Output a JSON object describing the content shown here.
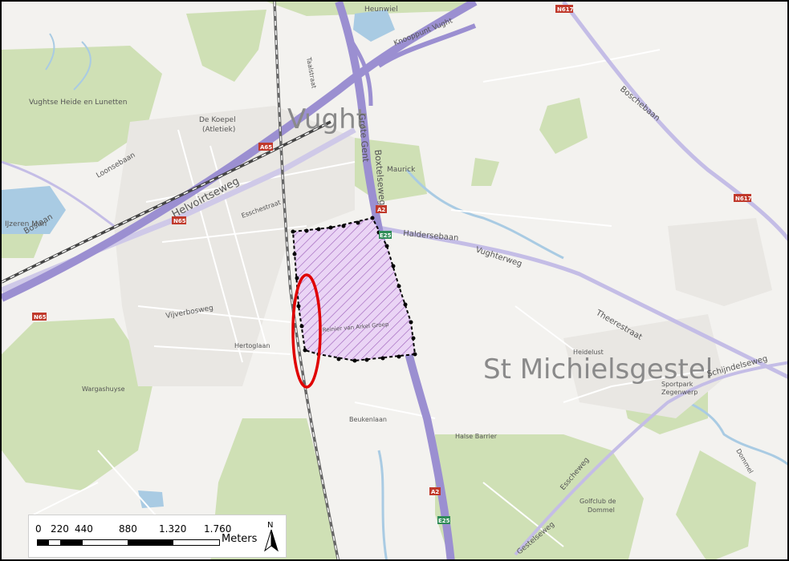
{
  "map": {
    "places": {
      "vught": "Vught",
      "st_michielsgestel": "St Michielsgestel"
    },
    "labels": [
      {
        "id": "heunwiel",
        "text": "Heunwiel"
      },
      {
        "id": "knooppunt-vught",
        "text": "Knooppunt Vught"
      },
      {
        "id": "taalstraat",
        "text": "Taalstraat"
      },
      {
        "id": "vughtse-heide",
        "text": "Vughtse Heide en Lunetten"
      },
      {
        "id": "de-koepel",
        "text": "De Koepel"
      },
      {
        "id": "atletiek",
        "text": "(Atletiek)"
      },
      {
        "id": "loonsebaan",
        "text": "Loonsebaan"
      },
      {
        "id": "helvoirtseweg",
        "text": "Helvoirtseweg"
      },
      {
        "id": "boslaan",
        "text": "Boslaan"
      },
      {
        "id": "ijzeren-man",
        "text": "IJzeren Man"
      },
      {
        "id": "esschestraat",
        "text": "Esschestraat"
      },
      {
        "id": "grote-gent",
        "text": "Grote Gent"
      },
      {
        "id": "boxtelseweg",
        "text": "Boxtelseweg"
      },
      {
        "id": "maurick",
        "text": "Maurick"
      },
      {
        "id": "haldersebaan",
        "text": "Haldersebaan"
      },
      {
        "id": "vughterweg",
        "text": "Vughterweg"
      },
      {
        "id": "boschebaan",
        "text": "Boschebaan"
      },
      {
        "id": "vijverbosweg",
        "text": "Vijverbosweg"
      },
      {
        "id": "hertoglaan",
        "text": "Hertoglaan"
      },
      {
        "id": "wargashuyse",
        "text": "Wargashuyse"
      },
      {
        "id": "reinier-van-arkel",
        "text": "Reinier van Arkel Groep"
      },
      {
        "id": "heidelust",
        "text": "Heidelust"
      },
      {
        "id": "theerestraat",
        "text": "Theerestraat"
      },
      {
        "id": "schijndelseweg",
        "text": "Schijndelseweg"
      },
      {
        "id": "sportpark",
        "text": "Sportpark"
      },
      {
        "id": "zegenwerp",
        "text": "Zegenwerp"
      },
      {
        "id": "beukenlaan",
        "text": "Beukenlaan"
      },
      {
        "id": "halse-barrier",
        "text": "Halse Barrier"
      },
      {
        "id": "golfclub",
        "text": "Golfclub de"
      },
      {
        "id": "dommel",
        "text": "Dommel"
      },
      {
        "id": "gestelseweg",
        "text": "Gestelseweg"
      },
      {
        "id": "esscheweg",
        "text": "Esscheweg"
      },
      {
        "id": "dewoel",
        "text": "Dommel"
      }
    ],
    "shields": [
      {
        "id": "a65",
        "text": "A65",
        "color": "#c0392b"
      },
      {
        "id": "n65-a",
        "text": "N65",
        "color": "#c0392b"
      },
      {
        "id": "n65-b",
        "text": "N65",
        "color": "#c0392b"
      },
      {
        "id": "a2-top",
        "text": "A2",
        "color": "#c0392b"
      },
      {
        "id": "e25-top",
        "text": "E25",
        "color": "#2e8b57"
      },
      {
        "id": "n617-top",
        "text": "N617",
        "color": "#c0392b"
      },
      {
        "id": "n617-right",
        "text": "N617",
        "color": "#c0392b"
      },
      {
        "id": "a2-bottom",
        "text": "A2",
        "color": "#c0392b"
      },
      {
        "id": "e25-bottom",
        "text": "E25",
        "color": "#2e8b57"
      }
    ],
    "colors": {
      "background": "#f3f2ef",
      "forest": "#cfe0b5",
      "water": "#a9cbe3",
      "highway": "#9b8fd1",
      "study_area_fill": "#e3c6f0",
      "highlight_ellipse": "#e00000"
    }
  },
  "scalebar": {
    "ticks": [
      "0",
      "220",
      "440",
      "880",
      "1.320",
      "1.760"
    ],
    "unit": "Meters",
    "north_label": "N"
  }
}
